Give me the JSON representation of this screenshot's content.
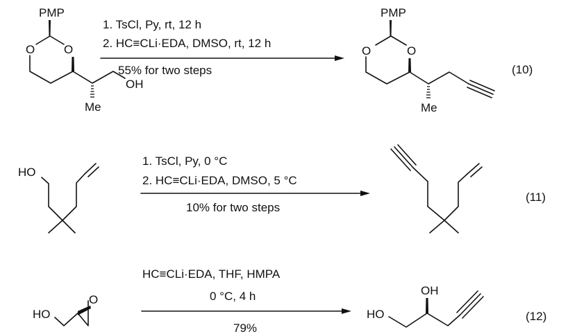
{
  "reactions": [
    {
      "number": "(10)",
      "conditions": [
        "1. TsCl, Py, rt, 12 h",
        "2. HC≡CLi·EDA, DMSO, rt, 12 h"
      ],
      "yield": "55% for two steps",
      "reactant_labels": {
        "pmp": "PMP",
        "o1": "O",
        "o2": "O",
        "oh": "OH",
        "me": "Me"
      },
      "product_labels": {
        "pmp": "PMP",
        "o1": "O",
        "o2": "O",
        "me": "Me"
      }
    },
    {
      "number": "(11)",
      "conditions": [
        "1. TsCl, Py, 0 °C",
        "2. HC≡CLi·EDA, DMSO,  5 °C"
      ],
      "yield": "10% for two steps",
      "reactant_labels": {
        "ho": "HO"
      }
    },
    {
      "number": "(12)",
      "conditions": [
        "HC≡CLi·EDA, THF, HMPA",
        "0 °C, 4 h"
      ],
      "yield": "79%",
      "reactant_labels": {
        "ho": "HO",
        "o": "O"
      },
      "product_labels": {
        "ho": "HO",
        "oh": "OH"
      }
    }
  ]
}
